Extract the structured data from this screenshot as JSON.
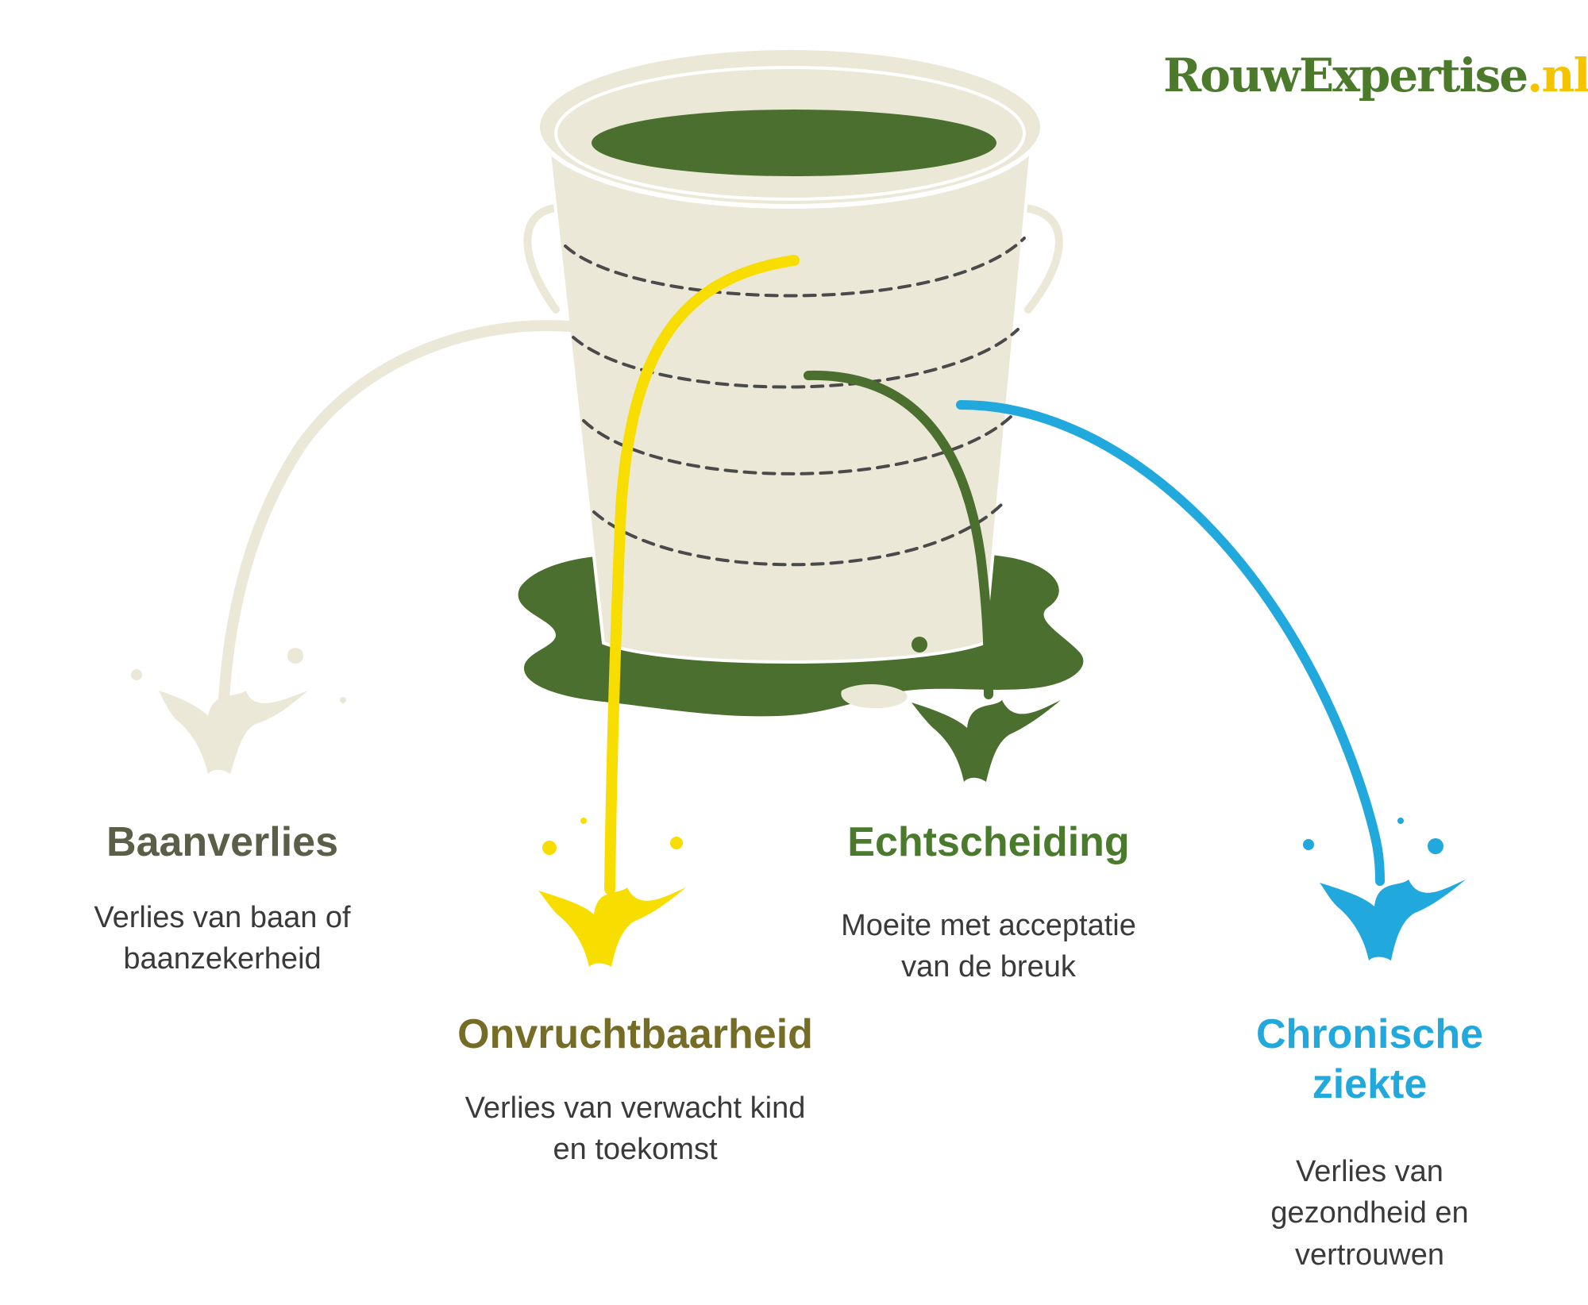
{
  "logo": {
    "brand": "RouwExpertise",
    "tld": ".nl"
  },
  "colors": {
    "bucket": "#ebe8d8",
    "bucket_outline": "#ffffff",
    "water": "#4b6f2e",
    "stitch": "#4a4a4a",
    "cream_stream": "#ebe8d8",
    "yellow_stream": "#f7dd00",
    "green_stream": "#4b6f2e",
    "blue_stream": "#21a8dd"
  },
  "items": [
    {
      "key": "baanverlies",
      "title": "Baanverlies",
      "description": "Verlies van baan of baanzekerheid",
      "color": "#ebe8d8"
    },
    {
      "key": "onvruchtbaarheid",
      "title": "Onvruchtbaarheid",
      "description": "Verlies van verwacht kind en toekomst",
      "color": "#f7dd00"
    },
    {
      "key": "echtscheiding",
      "title": "Echtscheiding",
      "description": "Moeite met acceptatie van de breuk",
      "color": "#4b6f2e"
    },
    {
      "key": "chronische_ziekte",
      "title": "Chronische ziekte",
      "description": "Verlies van gezondheid en vertrouwen",
      "color": "#21a8dd"
    }
  ]
}
